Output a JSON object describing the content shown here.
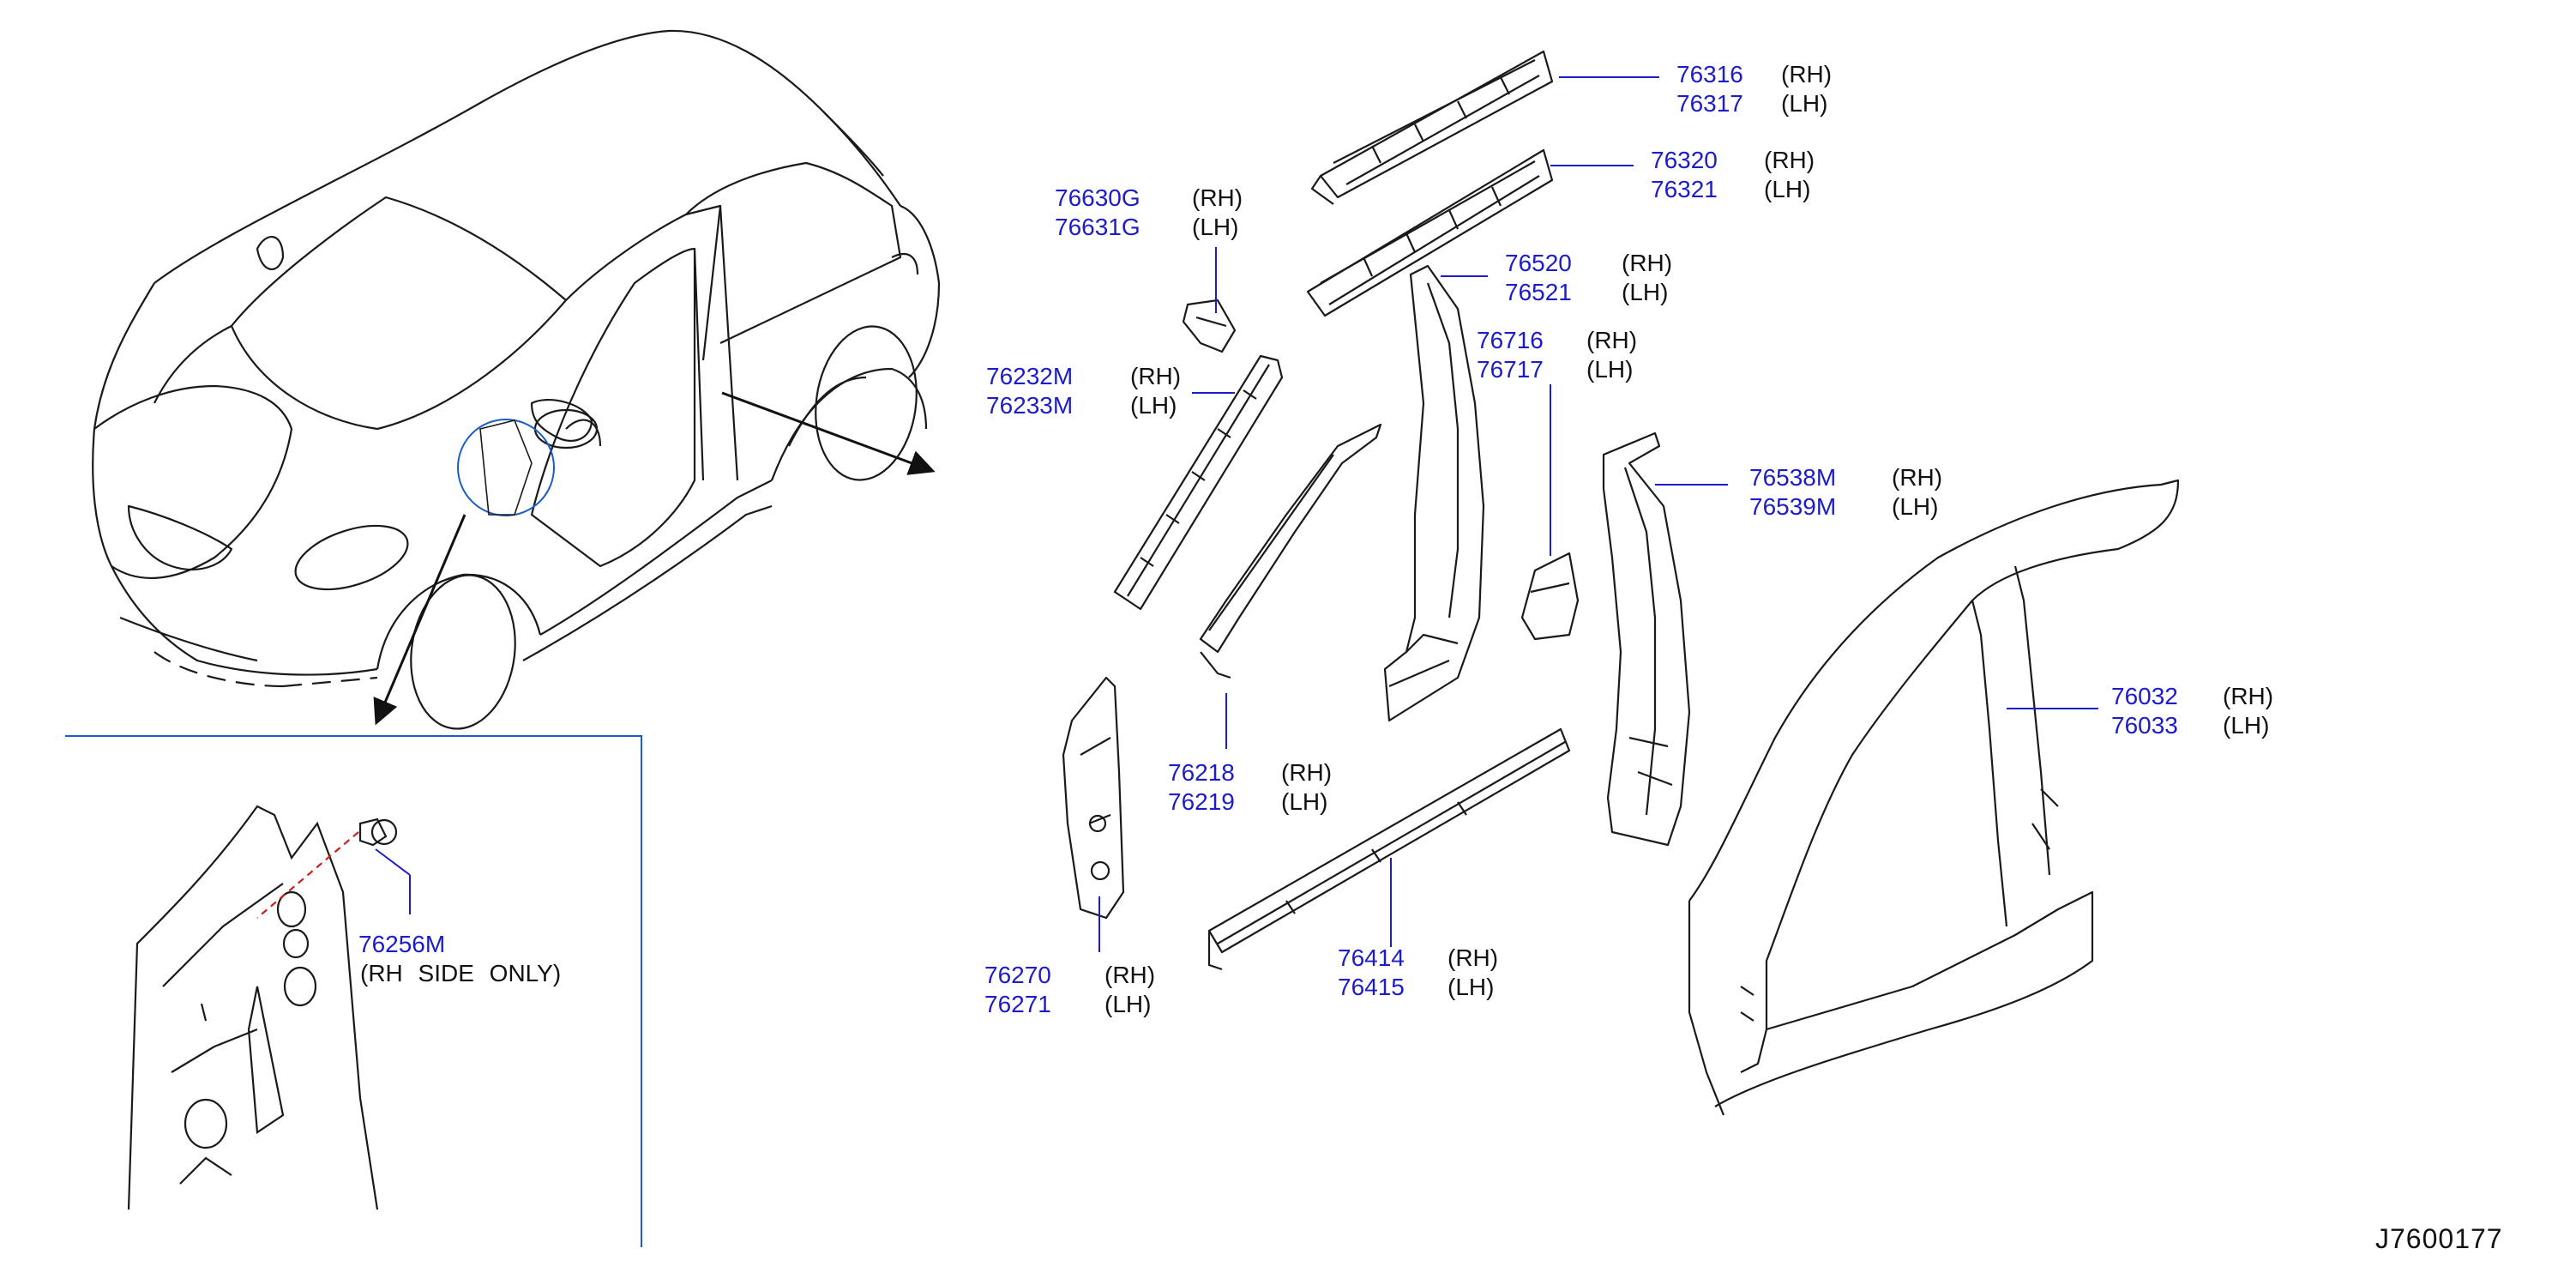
{
  "diagram_code": "J7600177",
  "callouts": [
    {
      "parts": [
        "76316",
        "76317"
      ],
      "sides": [
        "(RH)",
        "(LH)"
      ]
    },
    {
      "parts": [
        "76320",
        "76321"
      ],
      "sides": [
        "(RH)",
        "(LH)"
      ]
    },
    {
      "parts": [
        "76630G",
        "76631G"
      ],
      "sides": [
        "(RH)",
        "(LH)"
      ]
    },
    {
      "parts": [
        "76520",
        "76521"
      ],
      "sides": [
        "(RH)",
        "(LH)"
      ]
    },
    {
      "parts": [
        "76716",
        "76717"
      ],
      "sides": [
        "(RH)",
        "(LH)"
      ]
    },
    {
      "parts": [
        "76232M",
        "76233M"
      ],
      "sides": [
        "(RH)",
        "(LH)"
      ]
    },
    {
      "parts": [
        "76538M",
        "76539M"
      ],
      "sides": [
        "(RH)",
        "(LH)"
      ]
    },
    {
      "parts": [
        "76032",
        "76033"
      ],
      "sides": [
        "(RH)",
        "(LH)"
      ]
    },
    {
      "parts": [
        "76218",
        "76219"
      ],
      "sides": [
        "(RH)",
        "(LH)"
      ]
    },
    {
      "parts": [
        "76256M"
      ],
      "sides": [
        "(RH  SIDE  ONLY)"
      ]
    },
    {
      "parts": [
        "76270",
        "76271"
      ],
      "sides": [
        "(RH)",
        "(LH)"
      ]
    },
    {
      "parts": [
        "76414",
        "76415"
      ],
      "sides": [
        "(RH)",
        "(LH)"
      ]
    }
  ],
  "colors": {
    "part_number": "#1c1cc8",
    "line_art": "#1a1a1a",
    "leader": "#1c1cc8"
  }
}
